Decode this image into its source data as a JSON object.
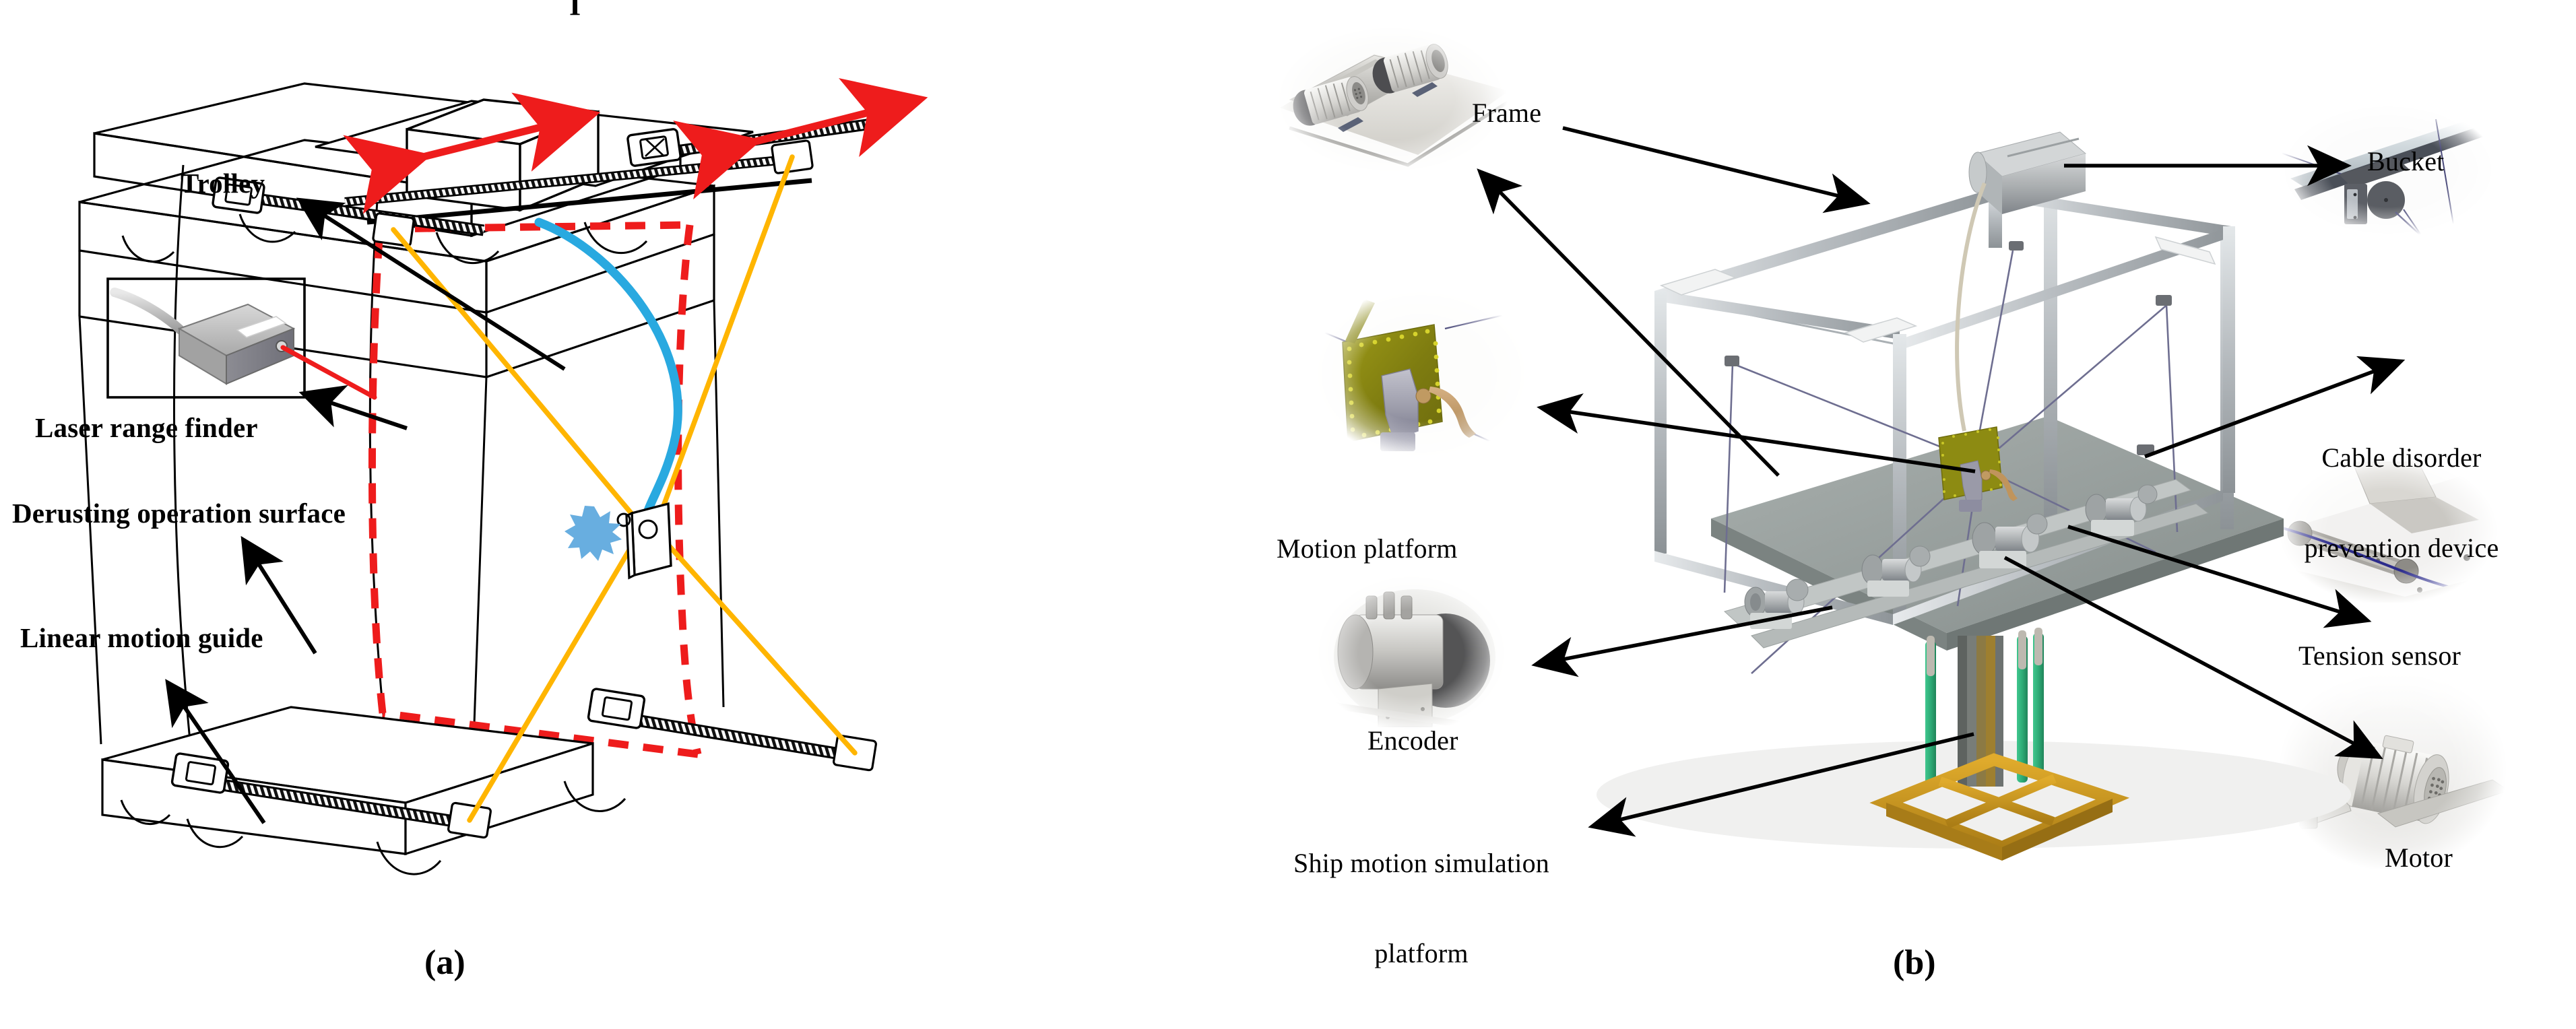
{
  "figure": {
    "panels": [
      {
        "id": "a",
        "caption": "(a)",
        "labels": [
          {
            "key": "trolley",
            "text": "Trolley"
          },
          {
            "key": "laser",
            "text": "Laser range finder"
          },
          {
            "key": "derust",
            "text": "Derusting operation surface"
          },
          {
            "key": "guide",
            "text": "Linear motion guide"
          }
        ],
        "colors": {
          "outline": "#000000",
          "motion_arrow": "#ee1c1c",
          "operation_surface_dash": "#ee1c1c",
          "cable": "#ffb500",
          "hose": "#29a9e0",
          "spray_burst": "#5ba7dd",
          "laser_beam": "#ee1c1c",
          "sensor_body": "#b4b4b4"
        }
      },
      {
        "id": "b",
        "caption": "(b)",
        "labels": [
          {
            "key": "frame",
            "text": "Frame"
          },
          {
            "key": "bucket",
            "text": "Bucket"
          },
          {
            "key": "cable_device",
            "text": "Cable disorder\nprevention device"
          },
          {
            "key": "cable_device_l1",
            "text": "Cable disorder"
          },
          {
            "key": "cable_device_l2",
            "text": "prevention device"
          },
          {
            "key": "motion_platform",
            "text": "Motion platform"
          },
          {
            "key": "tension",
            "text": "Tension sensor"
          },
          {
            "key": "encoder",
            "text": "Encoder"
          },
          {
            "key": "motor",
            "text": "Motor"
          },
          {
            "key": "ship_platform",
            "text": "Ship motion simulation\nplatform"
          },
          {
            "key": "ship_platform_l1",
            "text": "Ship motion simulation"
          },
          {
            "key": "ship_platform_l2",
            "text": "platform"
          }
        ],
        "colors": {
          "frame_metal": "#b9bec2",
          "base_plate": "#8f9794",
          "actuator_green": "#2eab76",
          "base_frame_gold": "#c9951f",
          "end_effector_yellow": "#8d8b12",
          "nozzle_gray": "#9a9aa8",
          "cable_thin": "#4a4a7a",
          "arrow": "#000000"
        }
      }
    ]
  }
}
